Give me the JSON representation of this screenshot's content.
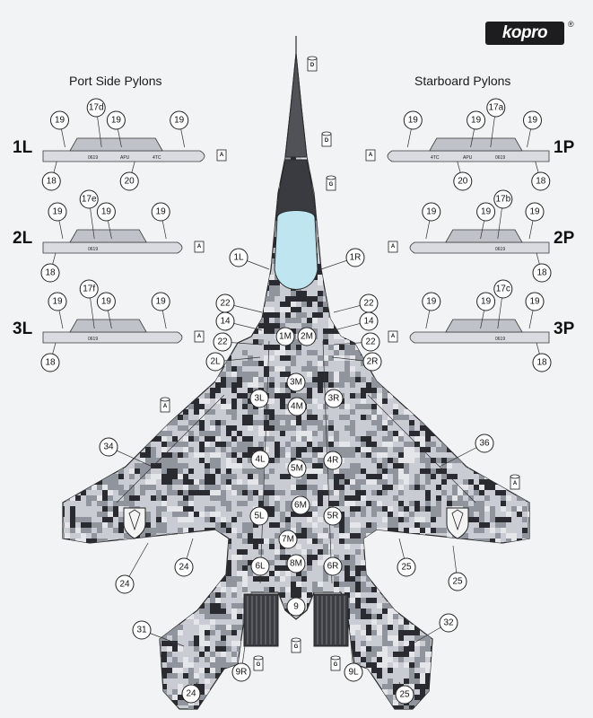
{
  "brand": {
    "logo": "kopro",
    "mark": "®"
  },
  "headings": {
    "port": "Port Side Pylons",
    "starboard": "Starboard Pylons"
  },
  "colors": {
    "camo_light": "#c9ccd3",
    "camo_mid": "#8f949d",
    "camo_dark": "#2a2b30",
    "canopy": "#bfe6f0",
    "nose": "#505258",
    "background": "#f2f3f5"
  },
  "pylon_rows": [
    {
      "side": "port",
      "label": "1L",
      "callouts": [
        "17d",
        "19",
        "19",
        "19",
        "18",
        "20"
      ],
      "stencils": [
        "0619",
        "APU",
        "4TC"
      ],
      "tag": "A"
    },
    {
      "side": "port",
      "label": "2L",
      "callouts": [
        "17e",
        "19",
        "19",
        "19",
        "18"
      ],
      "stencils": [
        "0619"
      ],
      "tag": "A"
    },
    {
      "side": "port",
      "label": "3L",
      "callouts": [
        "17f",
        "19",
        "19",
        "19",
        "18"
      ],
      "stencils": [
        "0619"
      ],
      "tag": "A"
    },
    {
      "side": "starboard",
      "label": "1P",
      "callouts": [
        "17a",
        "19",
        "19",
        "19",
        "18",
        "20"
      ],
      "stencils": [
        "0619",
        "APU",
        "4TC"
      ],
      "tag": "A"
    },
    {
      "side": "starboard",
      "label": "2P",
      "callouts": [
        "17b",
        "19",
        "19",
        "19",
        "18"
      ],
      "stencils": [
        "0619"
      ],
      "tag": "A"
    },
    {
      "side": "starboard",
      "label": "3P",
      "callouts": [
        "17c",
        "19",
        "19",
        "19",
        "18"
      ],
      "stencils": [
        "0619"
      ],
      "tag": "A"
    }
  ],
  "aircraft_callouts": [
    "1L",
    "1R",
    "22",
    "22",
    "14",
    "14",
    "22",
    "22",
    "2L",
    "2R",
    "1M",
    "2M",
    "3M",
    "3L",
    "3R",
    "4M",
    "4L",
    "4R",
    "5M",
    "34",
    "36",
    "6M",
    "5L",
    "5R",
    "7M",
    "8M",
    "6L",
    "6R",
    "24",
    "24",
    "25",
    "25",
    "9",
    "31",
    "32",
    "9R",
    "9L",
    "24",
    "25"
  ],
  "marker_tags": [
    "D",
    "D",
    "G",
    "A",
    "A",
    "G",
    "G",
    "G"
  ]
}
